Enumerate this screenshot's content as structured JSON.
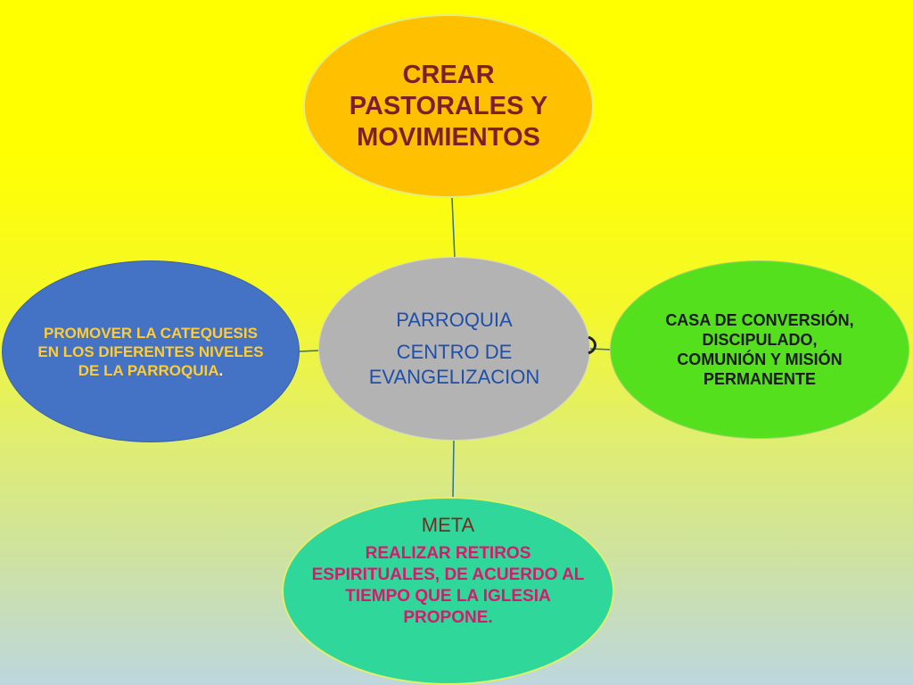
{
  "diagram": {
    "center": {
      "line1": "PARROQUIA",
      "line2": "CENTRO DE EVANGELIZACION"
    },
    "top": {
      "text": "CREAR PASTORALES Y MOVIMIENTOS"
    },
    "left": {
      "text": "PROMOVER LA CATEQUESIS EN LOS DIFERENTES NIVELES DE LA PARROQUIA",
      "trailing": "."
    },
    "right": {
      "text": "CASA DE CONVERSIÓN, DISCIPULADO, COMUNIÓN Y MISIÓN PERMANENTE"
    },
    "bottom": {
      "label": "META",
      "text": "REALIZAR RETIROS ESPIRITUALES, DE ACUERDO AL TIEMPO QUE LA IGLESIA PROPONE."
    }
  },
  "colors": {
    "top_fill": "#ffc000",
    "left_fill": "#4472c4",
    "center_fill": "#b3b3b3",
    "right_fill": "#55e01e",
    "bottom_fill": "#2fd89a",
    "connector": "#2f6f8f"
  }
}
